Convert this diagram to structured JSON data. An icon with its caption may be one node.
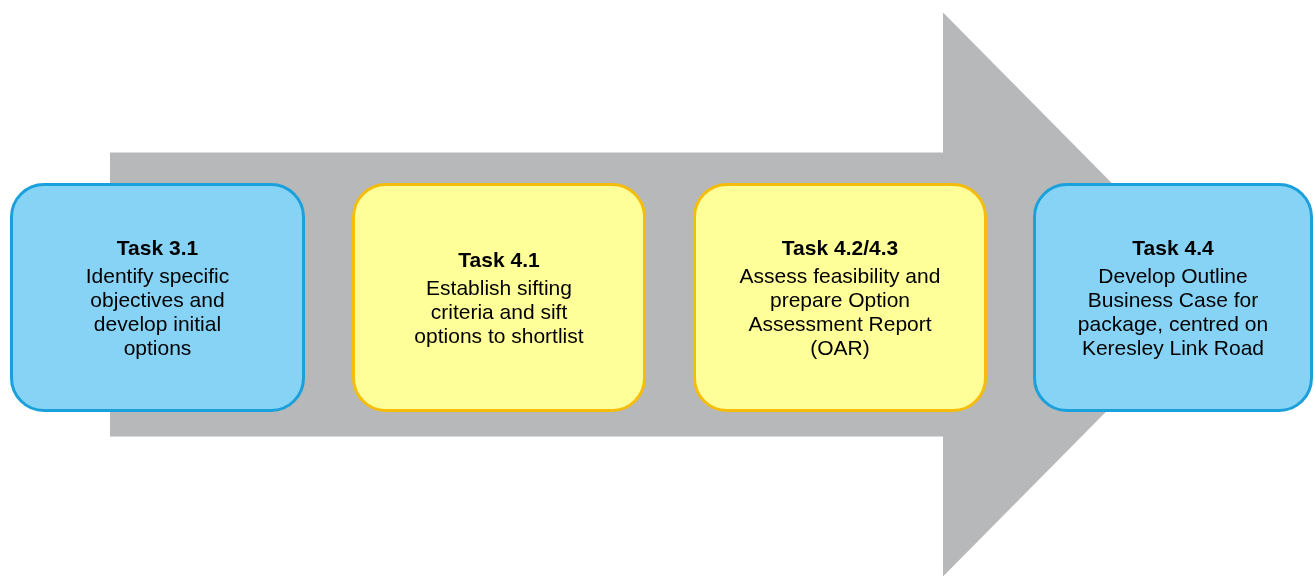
{
  "diagram": {
    "nodes": [
      {
        "text": [
          "Task 3.1",
          "Identify specific objectives and develop initial options"
        ]
      },
      {
        "text": [
          "Task 4.1",
          "Establish sifting criteria and sift options to shortlist"
        ]
      },
      {
        "text": [
          "Task 4.2/4.3",
          "Assess feasibility and prepare Option Assessment Report (OAR)"
        ]
      },
      {
        "text": [
          "Task 4.4",
          "Develop Outline Business Case for package, centred on Keresley Link Road"
        ]
      }
    ],
    "edges": [
      {
        "from": 0,
        "to": 3,
        "arrow": "to",
        "style": "thick"
      }
    ]
  }
}
